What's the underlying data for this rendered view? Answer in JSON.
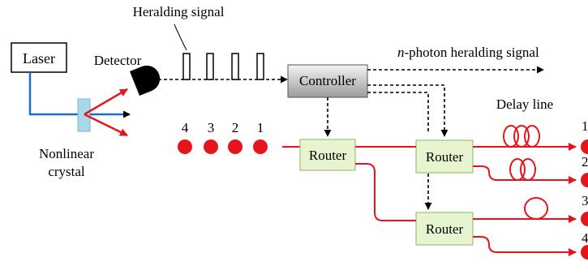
{
  "labels": {
    "laser": "Laser",
    "detector": "Detector",
    "heralding_signal": "Heralding signal",
    "n_italic": "n",
    "n_photon_rest": "-photon heralding signal",
    "controller": "Controller",
    "delay_line": "Delay line",
    "crystal_line1": "Nonlinear",
    "crystal_line2": "crystal",
    "router": "Router"
  },
  "input_photons": [
    "4",
    "3",
    "2",
    "1"
  ],
  "output_photons": [
    "1",
    "2",
    "3",
    "4"
  ],
  "colors": {
    "photon": "#e8141c",
    "optical_path": "#e8141c",
    "pump_beam": "#1f6fc0",
    "crystal_fill": "#a9d8ec",
    "router_fill": "#e6f5cf",
    "router_border": "#8fb36a",
    "controller_fill_top": "#f4f4f4",
    "controller_fill_bottom": "#9c9c9c",
    "line": "#000000"
  }
}
